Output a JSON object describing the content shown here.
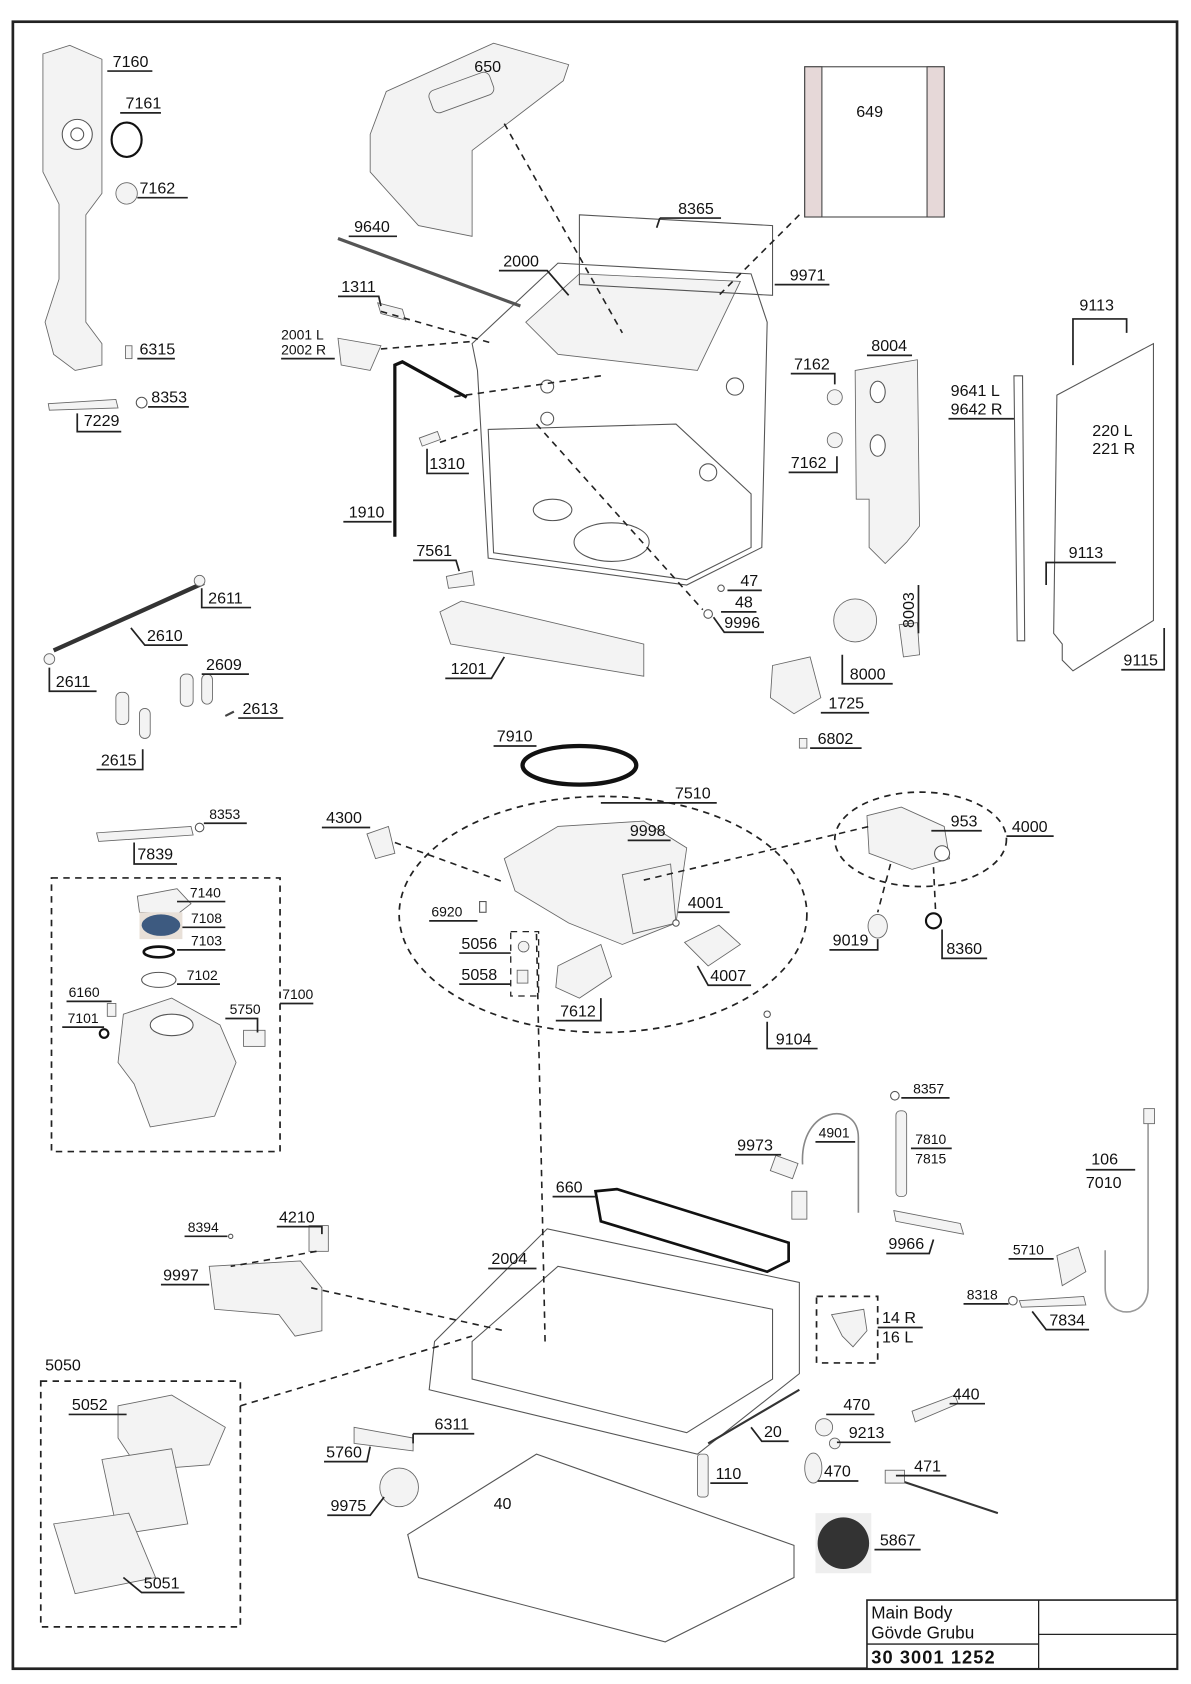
{
  "title_block": {
    "name_en": "Main Body",
    "name_tr": "Gövde Grubu",
    "code": "30 3001 1252"
  },
  "colors": {
    "line": "#222222",
    "part_fill": "#f3f3f3",
    "seal_blue": "#3d5a80",
    "background": "#ffffff"
  },
  "callouts": {
    "c7160": "7160",
    "c7161": "7161",
    "c7162a": "7162",
    "c6315": "6315",
    "c8353a": "8353",
    "c7229": "7229",
    "c650": "650",
    "c649": "649",
    "c8365": "8365",
    "c9640": "9640",
    "c2000": "2000",
    "c9971": "9971",
    "c1311": "1311",
    "c2001": "2001 L",
    "c2002": "2002 R",
    "c1310": "1310",
    "c1910": "1910",
    "c7561": "7561",
    "c47": "47",
    "c48": "48",
    "c9996": "9996",
    "c1201": "1201",
    "c8004": "8004",
    "c7162b": "7162",
    "c7162c": "7162",
    "c9641": "9641 L",
    "c9642": "9642 R",
    "c9113a": "9113",
    "c220": "220 L",
    "c221": "221 R",
    "c9113b": "9113",
    "c9115": "9115",
    "c8003": "8003",
    "c8000": "8000",
    "c1725": "1725",
    "c6802": "6802",
    "c2611a": "2611",
    "c2610": "2610",
    "c2611b": "2611",
    "c2609": "2609",
    "c2613": "2613",
    "c2615": "2615",
    "c7910": "7910",
    "c7510": "7510",
    "c4300": "4300",
    "c9998": "9998",
    "c953": "953",
    "c4000": "4000",
    "c6920": "6920",
    "c4001": "4001",
    "c5056": "5056",
    "c5058": "5058",
    "c4007": "4007",
    "c7612": "7612",
    "c9019": "9019",
    "c8360": "8360",
    "c9104": "9104",
    "c8353b": "8353",
    "c7839": "7839",
    "c7140": "7140",
    "c7108": "7108",
    "c7103": "7103",
    "c7102": "7102",
    "c7100": "7100",
    "c6160": "6160",
    "c7101": "7101",
    "c5750": "5750",
    "c8357": "8357",
    "c4901": "4901",
    "c7810": "7810",
    "c7815": "7815",
    "c9973": "9973",
    "c106": "106",
    "c7010": "7010",
    "c660": "660",
    "c9966": "9966",
    "c8394": "8394",
    "c4210": "4210",
    "c9997": "9997",
    "c2004": "2004",
    "c5710": "5710",
    "c8318": "8318",
    "c7834": "7834",
    "c14": "14 R",
    "c16": "16 L",
    "c5050": "5050",
    "c5052": "5052",
    "c6311": "6311",
    "c5760": "5760",
    "c470a": "470",
    "c440": "440",
    "c20": "20",
    "c9213": "9213",
    "c110": "110",
    "c470b": "470",
    "c471": "471",
    "c9975": "9975",
    "c40": "40",
    "c5867": "5867",
    "c5051": "5051"
  }
}
